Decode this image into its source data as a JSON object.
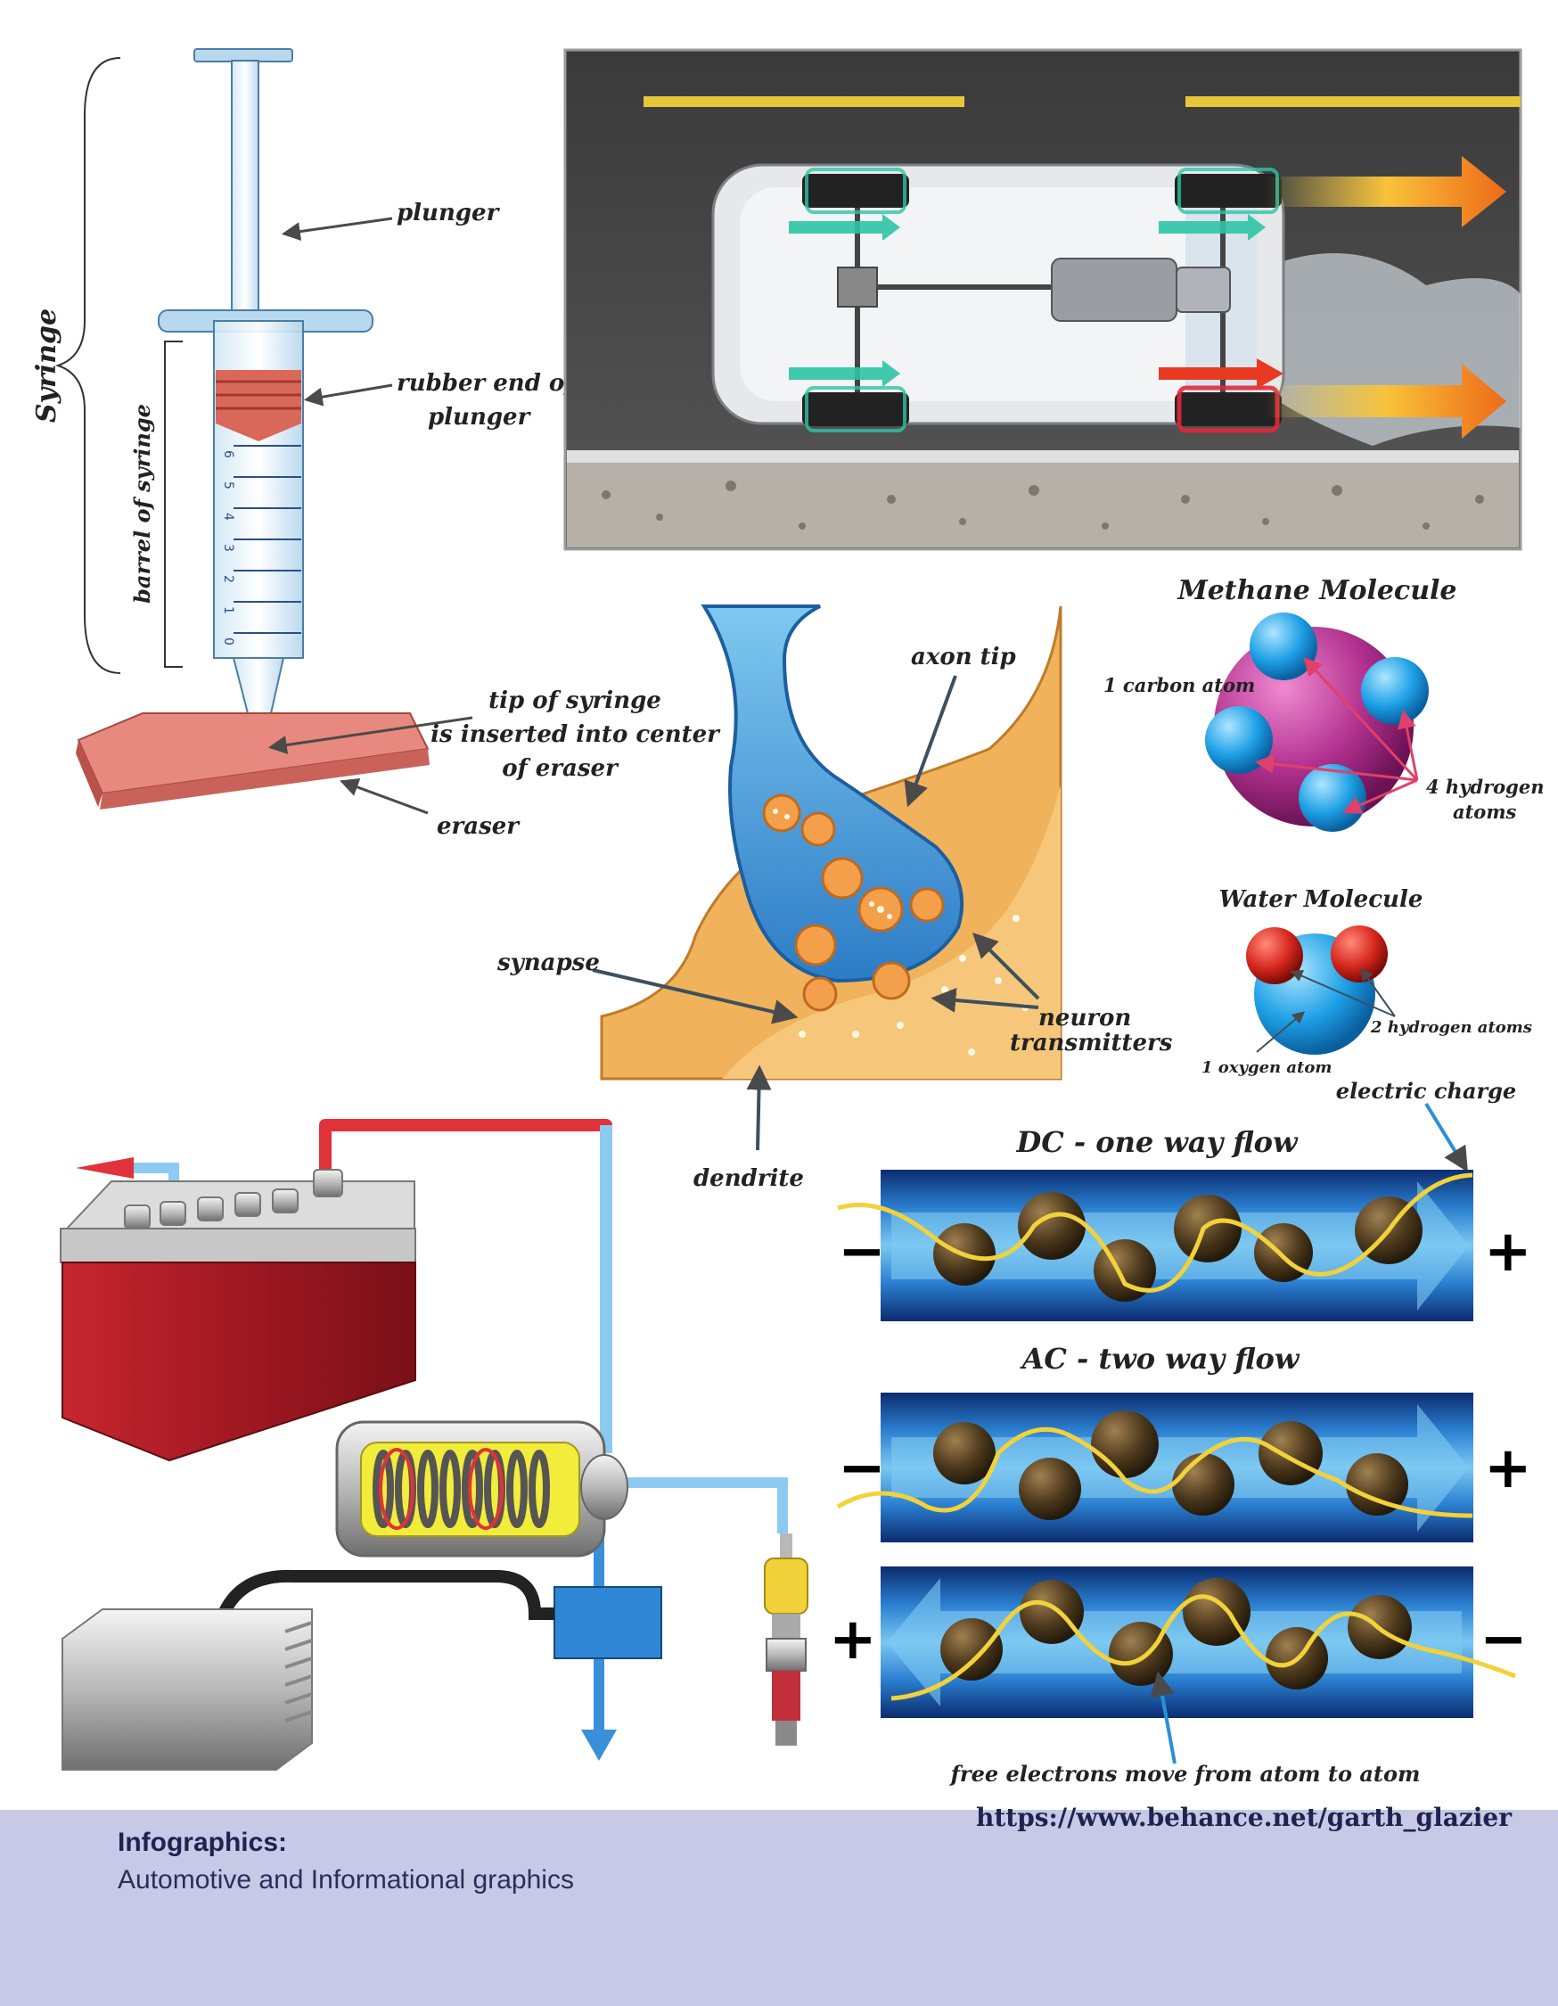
{
  "syringe": {
    "brace_label": "Syringe",
    "barrel_label": "barrel of syringe",
    "plunger_label": "plunger",
    "rubber_label_1": "rubber end of",
    "rubber_label_2": "plunger",
    "tip_label_1": "tip of syringe",
    "tip_label_2": "is inserted into center",
    "tip_label_3": "of eraser",
    "eraser_label": "eraser",
    "scale_marks": [
      "0",
      "1",
      "2",
      "3",
      "4",
      "5",
      "6"
    ]
  },
  "synapse": {
    "axon_label": "axon tip",
    "synapse_label": "synapse",
    "neuron_label_1": "neuron",
    "neuron_label_2": "transmitters",
    "dendrite_label": "dendrite"
  },
  "methane": {
    "title": "Methane  Molecule",
    "carbon_label": "1 carbon atom",
    "hydrogen_label_1": "4 hydrogen",
    "hydrogen_label_2": "atoms"
  },
  "water": {
    "title": "Water Molecule",
    "hydrogen_label": "2 hydrogen atoms",
    "oxygen_label": "1 oxygen atom"
  },
  "current": {
    "charge_label": "electric charge",
    "dc_title": "DC - one way flow",
    "ac_title": "AC - two way flow",
    "electrons_label": "free electrons move from atom to atom",
    "minus": "−",
    "plus": "+"
  },
  "footer": {
    "title": "Infographics:",
    "subtitle": "Automotive and Informational graphics",
    "url": "https://www.behance.net/garth_glazier"
  },
  "colors": {
    "footer_bg": "#c8c9e6",
    "battery_red": "#b8202a",
    "pipe_blue": "#1f62b8",
    "atom_brown": "#5a4424",
    "arrow_orange": "#f08a1a"
  }
}
